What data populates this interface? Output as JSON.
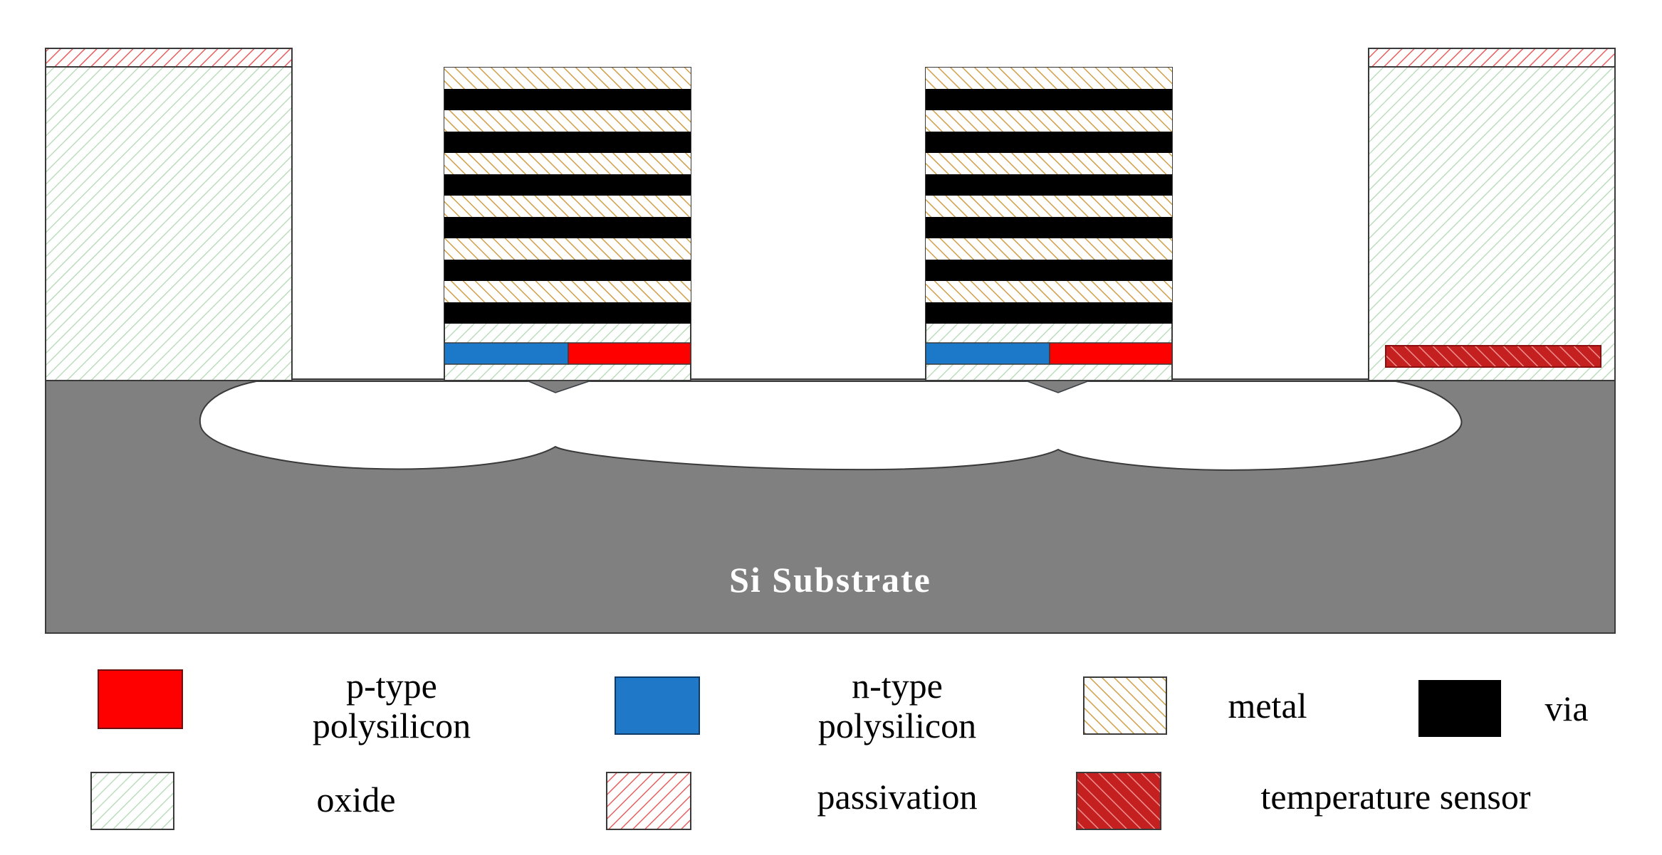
{
  "substrate": {
    "label": "Si Substrate"
  },
  "colors": {
    "p_type": "#ff0000",
    "n_type": "#1f78c8",
    "metal_stroke": "#c8a040",
    "via": "#000000",
    "oxide_stroke": "#a8d4a8",
    "passivation_stroke": "#e06060",
    "temperature_sensor": "#c01818",
    "substrate": "#808080"
  },
  "legend": {
    "p_type": {
      "line1": "p-type",
      "line2": "polysilicon",
      "icon": "p-type-swatch"
    },
    "n_type": {
      "line1": "n-type",
      "line2": "polysilicon",
      "icon": "n-type-swatch"
    },
    "metal": {
      "label": "metal",
      "icon": "metal-swatch"
    },
    "via": {
      "label": "via",
      "icon": "via-swatch"
    },
    "oxide": {
      "label": "oxide",
      "icon": "oxide-swatch"
    },
    "passivation": {
      "label": "passivation",
      "icon": "passivation-swatch"
    },
    "temperature_sensor": {
      "label": "temperature sensor",
      "icon": "temperature-sensor-swatch"
    }
  }
}
